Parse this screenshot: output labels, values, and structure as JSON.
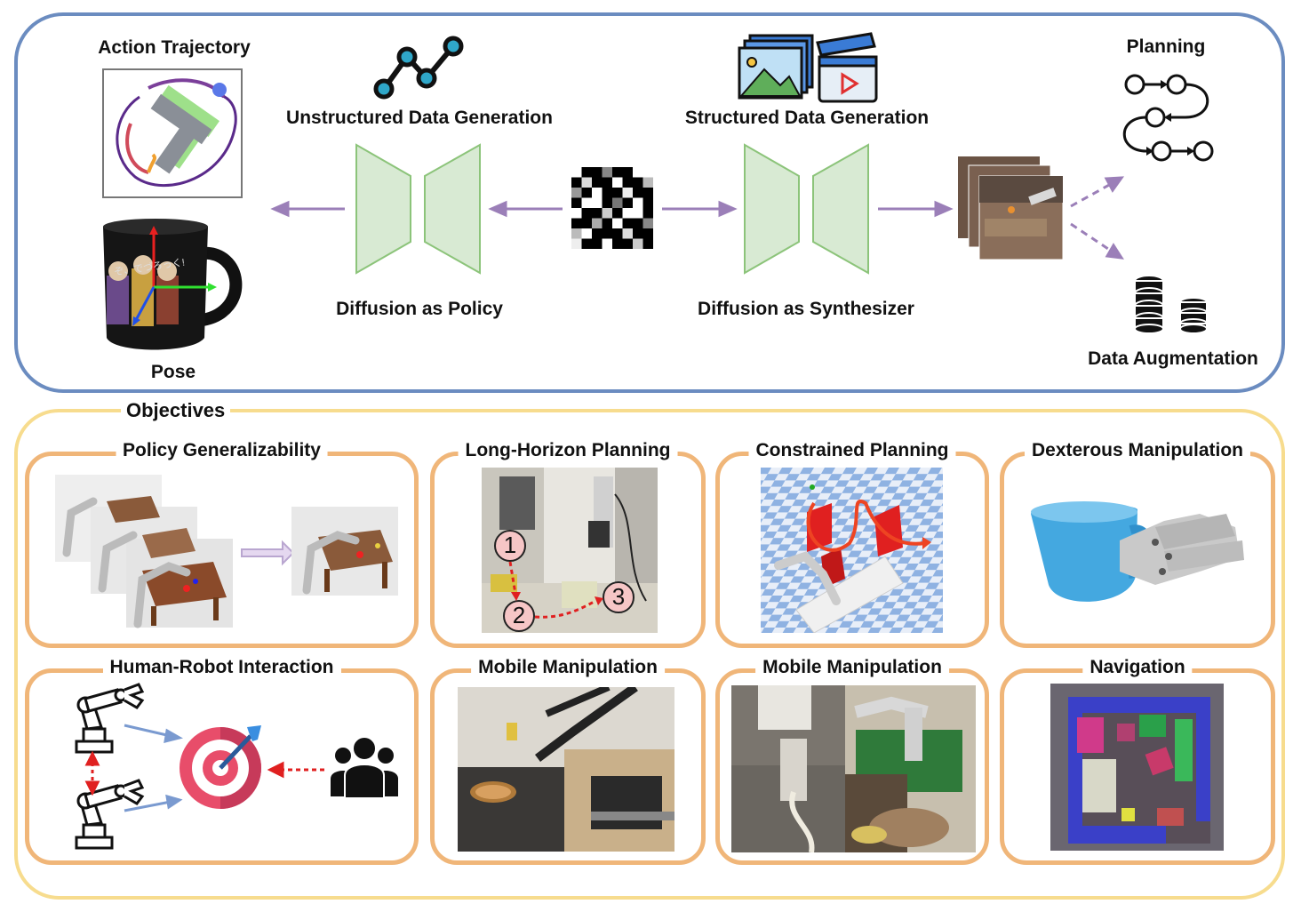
{
  "top": {
    "left_labels": {
      "action_trajectory": "Action Trajectory",
      "pose": "Pose"
    },
    "policy_branch": {
      "heading": "Unstructured Data Generation",
      "caption": "Diffusion as Policy"
    },
    "synth_branch": {
      "heading": "Structured Data Generation",
      "caption": "Diffusion as Synthesizer"
    },
    "right_labels": {
      "planning": "Planning",
      "data_augmentation": "Data Augmentation"
    },
    "mug_text": "ぞ、でづろっく!"
  },
  "objectives": {
    "title": "Objectives",
    "panels": [
      {
        "label": "Policy Generalizability"
      },
      {
        "label": "Long-Horizon Planning",
        "steps": [
          "1",
          "2",
          "3"
        ]
      },
      {
        "label": "Constrained Planning"
      },
      {
        "label": "Dexterous Manipulation"
      },
      {
        "label": "Human-Robot Interaction"
      },
      {
        "label": "Mobile Manipulation"
      },
      {
        "label": "Mobile Manipulation"
      },
      {
        "label": "Navigation"
      }
    ]
  },
  "colors": {
    "top_border": "#6b8cc0",
    "objectives_border": "#f7dc8e",
    "panel_border": "#f0b679",
    "arrow": "#9b7fb8",
    "diffusion_fill": "#d8ead3",
    "diffusion_stroke": "#8cc47a"
  }
}
